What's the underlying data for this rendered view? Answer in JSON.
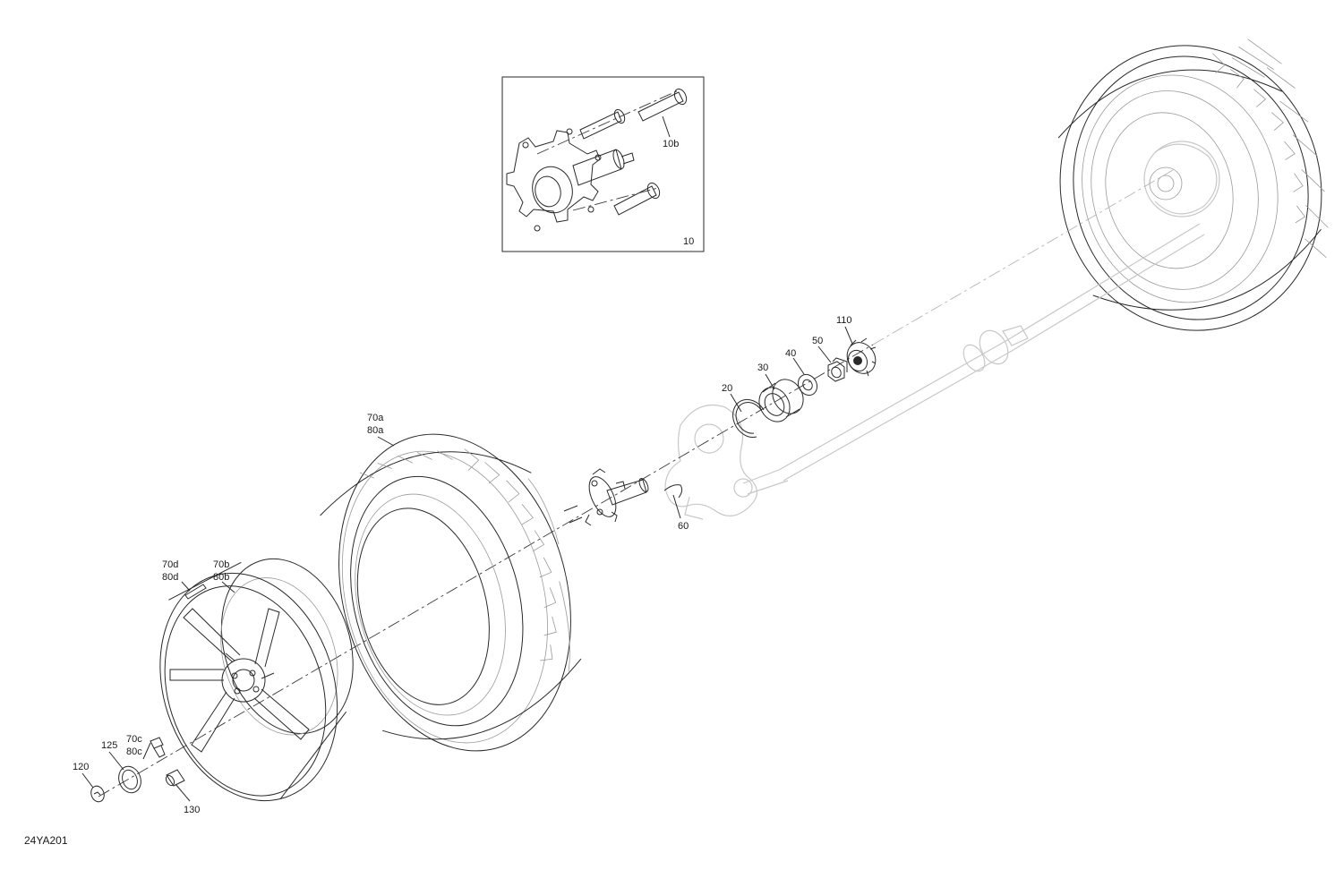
{
  "diagram_code": "24YA201",
  "inset": {
    "label": "10",
    "sub_label": "10b"
  },
  "callouts": {
    "c110": "110",
    "c50": "50",
    "c40": "40",
    "c30": "30",
    "c20": "20",
    "c60": "60",
    "c70a": "70a",
    "c80a": "80a",
    "c70b": "70b",
    "c80b": "80b",
    "c70d": "70d",
    "c80d": "80d",
    "c70c": "70c",
    "c80c": "80c",
    "c125": "125",
    "c120": "120",
    "c130": "130"
  },
  "colors": {
    "line": "#2a2a2a",
    "ghost": "#c8c8c8",
    "background": "#ffffff"
  }
}
